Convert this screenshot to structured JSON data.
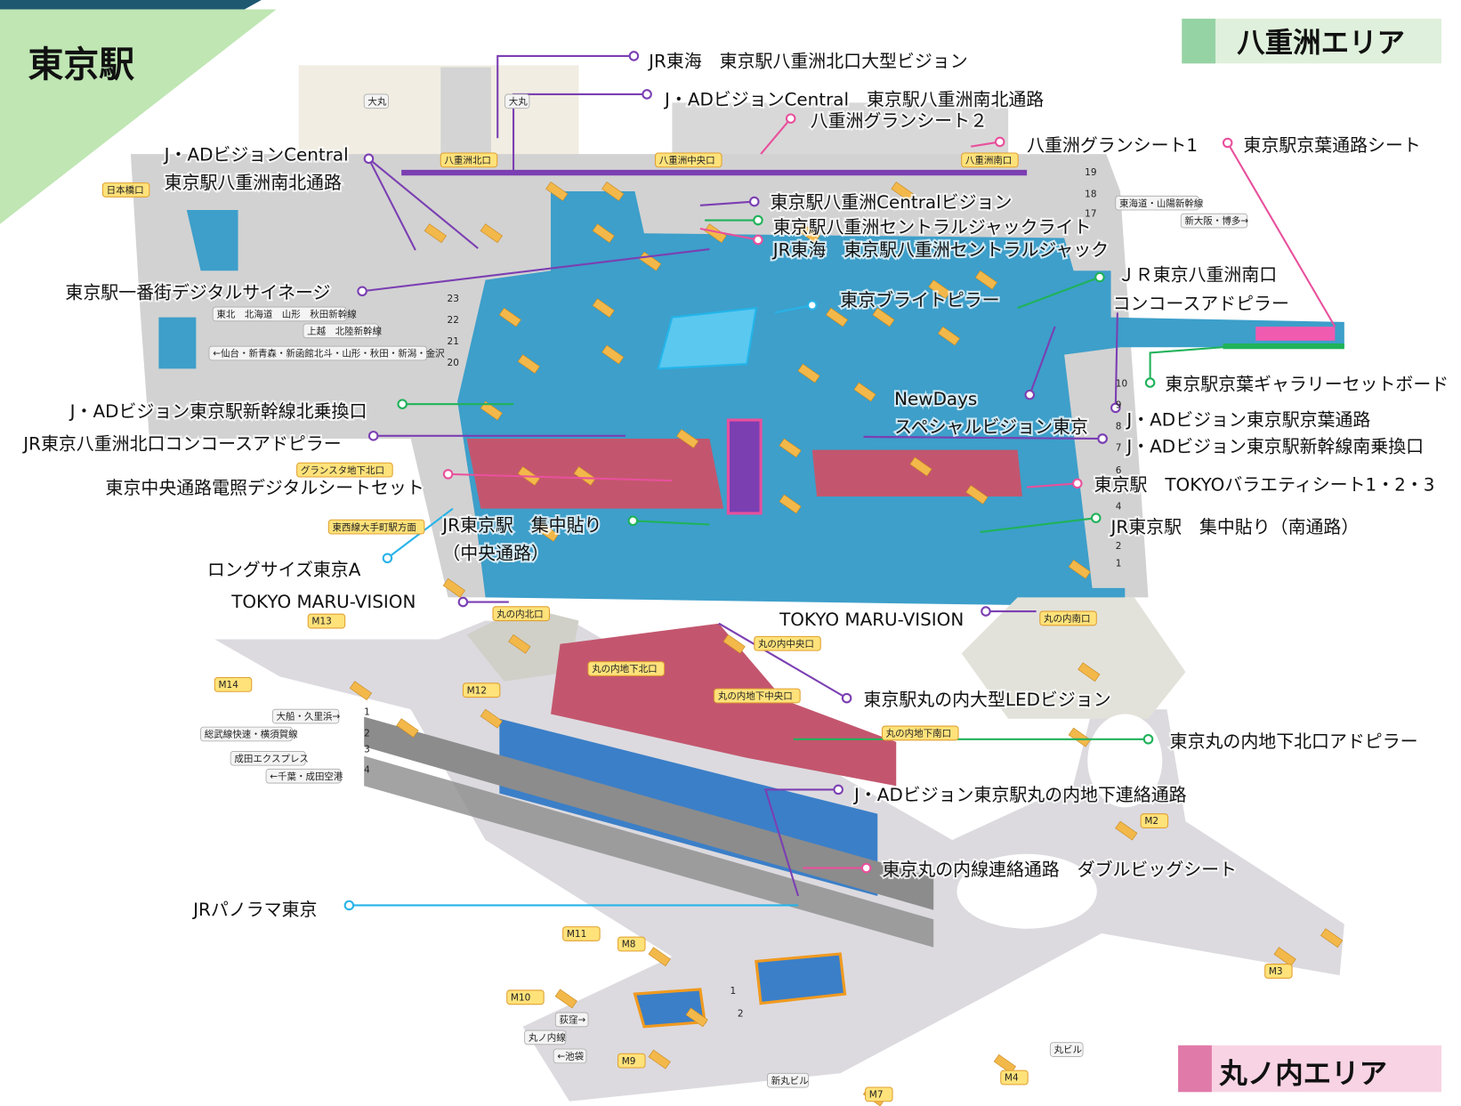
{
  "title": "東京駅",
  "areas": {
    "yaesu": "八重洲エリア",
    "marunouchi": "丸ノ内エリア"
  },
  "colors": {
    "purple": "#7b3fb2",
    "pink": "#e8509c",
    "green": "#20b25a",
    "cyan": "#27b3e8",
    "concourse": "#3d9fca",
    "underground": "#c3566e",
    "platform": "#3b7fc8"
  },
  "callouts": [
    {
      "lines": [
        "JR東海　東京駅八重洲北口大型ビジョン"
      ],
      "color": "purple"
    },
    {
      "lines": [
        "J・ADビジョンCentral　東京駅八重洲南北通路"
      ],
      "color": "purple"
    },
    {
      "lines": [
        "八重洲グランシート２"
      ],
      "color": "pink"
    },
    {
      "lines": [
        "八重洲グランシート1"
      ],
      "color": "pink"
    },
    {
      "lines": [
        "東京駅京葉通路シート"
      ],
      "color": "pink"
    },
    {
      "lines": [
        "J・ADビジョンCentral",
        "東京駅八重洲南北通路"
      ],
      "color": "purple"
    },
    {
      "lines": [
        "東京駅八重洲Centralビジョン"
      ],
      "color": "purple"
    },
    {
      "lines": [
        "東京駅八重洲セントラルジャックライト"
      ],
      "color": "green"
    },
    {
      "lines": [
        "JR東海　東京駅八重洲セントラルジャック"
      ],
      "color": "pink"
    },
    {
      "lines": [
        "ＪＲ東京八重洲南口"
      ],
      "color": "green"
    },
    {
      "lines": [
        "東京ブライトピラー"
      ],
      "color": "cyan"
    },
    {
      "lines": [
        "コンコースアドピラー"
      ],
      "color": "purple"
    },
    {
      "lines": [
        "東京駅一番街デジタルサイネージ"
      ],
      "color": "purple"
    },
    {
      "lines": [
        "東京駅京葉ギャラリーセットボード"
      ],
      "color": "green"
    },
    {
      "lines": [
        "J・ADビジョン東京駅新幹線北乗換口"
      ],
      "color": "green"
    },
    {
      "lines": [
        "NewDays",
        "スペシャルビジョン東京"
      ],
      "color": "purple"
    },
    {
      "lines": [
        "J・ADビジョン東京駅京葉通路"
      ],
      "color": "purple"
    },
    {
      "lines": [
        "JR東京八重洲北口コンコースアドピラー"
      ],
      "color": "purple"
    },
    {
      "lines": [
        "J・ADビジョン東京駅新幹線南乗換口"
      ],
      "color": "purple"
    },
    {
      "lines": [
        "東京中央通路電照デジタルシートセット"
      ],
      "color": "pink"
    },
    {
      "lines": [
        "東京駅　TOKYOバラエティシート1・2・3"
      ],
      "color": "pink"
    },
    {
      "lines": [
        "JR東京駅　集中貼り",
        "（中央通路）"
      ],
      "color": "green"
    },
    {
      "lines": [
        "JR東京駅　集中貼り（南通路）"
      ],
      "color": "green"
    },
    {
      "lines": [
        "ロングサイズ東京A"
      ],
      "color": "cyan"
    },
    {
      "lines": [
        "TOKYO MARU-VISION"
      ],
      "color": "purple"
    },
    {
      "lines": [
        "TOKYO MARU-VISION"
      ],
      "color": "purple"
    },
    {
      "lines": [
        "東京駅丸の内大型LEDビジョン"
      ],
      "color": "purple"
    },
    {
      "lines": [
        "東京丸の内地下北口アドピラー"
      ],
      "color": "green"
    },
    {
      "lines": [
        "J・ADビジョン東京駅丸の内地下連絡通路"
      ],
      "color": "purple"
    },
    {
      "lines": [
        "東京丸の内線連絡通路　ダブルビッグシート"
      ],
      "color": "pink"
    },
    {
      "lines": [
        "JRパノラマ東京"
      ],
      "color": "cyan"
    }
  ],
  "exits": [
    "八重洲北口",
    "八重洲中央口",
    "八重洲南口",
    "日本橋口",
    "グランスタ地下北口",
    "東西線大手町駅方面",
    "丸の内北口",
    "丸の内中央口",
    "丸の内地下北口",
    "丸の内地下中央口",
    "丸の内地下南口",
    "丸の内南口"
  ],
  "m_exits": [
    "M2",
    "M3",
    "M4",
    "M7",
    "M8",
    "M9",
    "M10",
    "M11",
    "M12",
    "M13",
    "M14"
  ],
  "buildings": [
    "大丸",
    "大丸",
    "丸ビル",
    "新丸ビル"
  ],
  "signs": {
    "tohoku_legend_1": "東北　北海道　山形　秋田新幹線",
    "tohoku_legend_2": "上越　北陸新幹線",
    "tohoku_dest": "←仙台・新青森・新函館北斗・山形・秋田・新潟・金沢",
    "tokaido": "東海道・山陽新幹線",
    "tokaido_dest": "新大阪・博多→",
    "sobu_dest": "大船・久里浜→",
    "sobu": "総武線快速・横須賀線",
    "nex": "成田エクスプレス",
    "nex_dest": "←千葉・成田空港",
    "marunouchi_dest1": "荻窪→",
    "marunouchi_line": "丸ノ内線",
    "marunouchi_dest2": "←池袋"
  },
  "platform_numbers": [
    "23",
    "22",
    "21",
    "20",
    "19",
    "18",
    "17",
    "10",
    "9",
    "8",
    "7",
    "6",
    "4",
    "2",
    "1",
    "1",
    "2",
    "3",
    "4",
    "1",
    "2"
  ]
}
